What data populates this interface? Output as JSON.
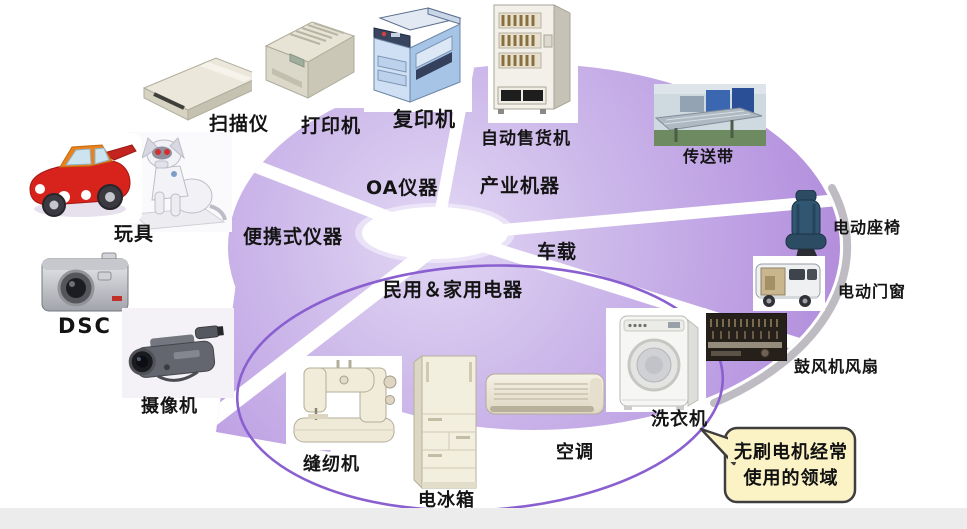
{
  "sectors": {
    "portable": "便携式仪器",
    "oa": "OA仪器",
    "industrial": "产业机器",
    "vehicle": "车载",
    "household": "民用＆家用电器"
  },
  "products": {
    "scanner": "扫描仪",
    "printer": "打印机",
    "copier": "复印机",
    "vending": "自动售货机",
    "conveyor": "传送带",
    "toy": "玩具",
    "dsc": "DSC",
    "camcorder": "摄像机",
    "seat": "电动座椅",
    "door": "电动门窗",
    "blower": "鼓风机风扇",
    "washer": "洗衣机",
    "aircon": "空调",
    "fridge": "电冰箱",
    "sewing": "缝纫机"
  },
  "callout": {
    "line1": "无刷电机经常",
    "line2": "使用的领域"
  },
  "colors": {
    "wheel_center": "#e2d7f4",
    "wheel_edge": "#b08ada",
    "outline_ellipse": "#8a5fd0",
    "shadow_arc": "#a8a6ad",
    "callout_bg": "#fbf3c5",
    "callout_border": "#3e3e3e",
    "label_text": "#141414",
    "background": "#ffffff",
    "bottom_strip": "#ececec"
  }
}
